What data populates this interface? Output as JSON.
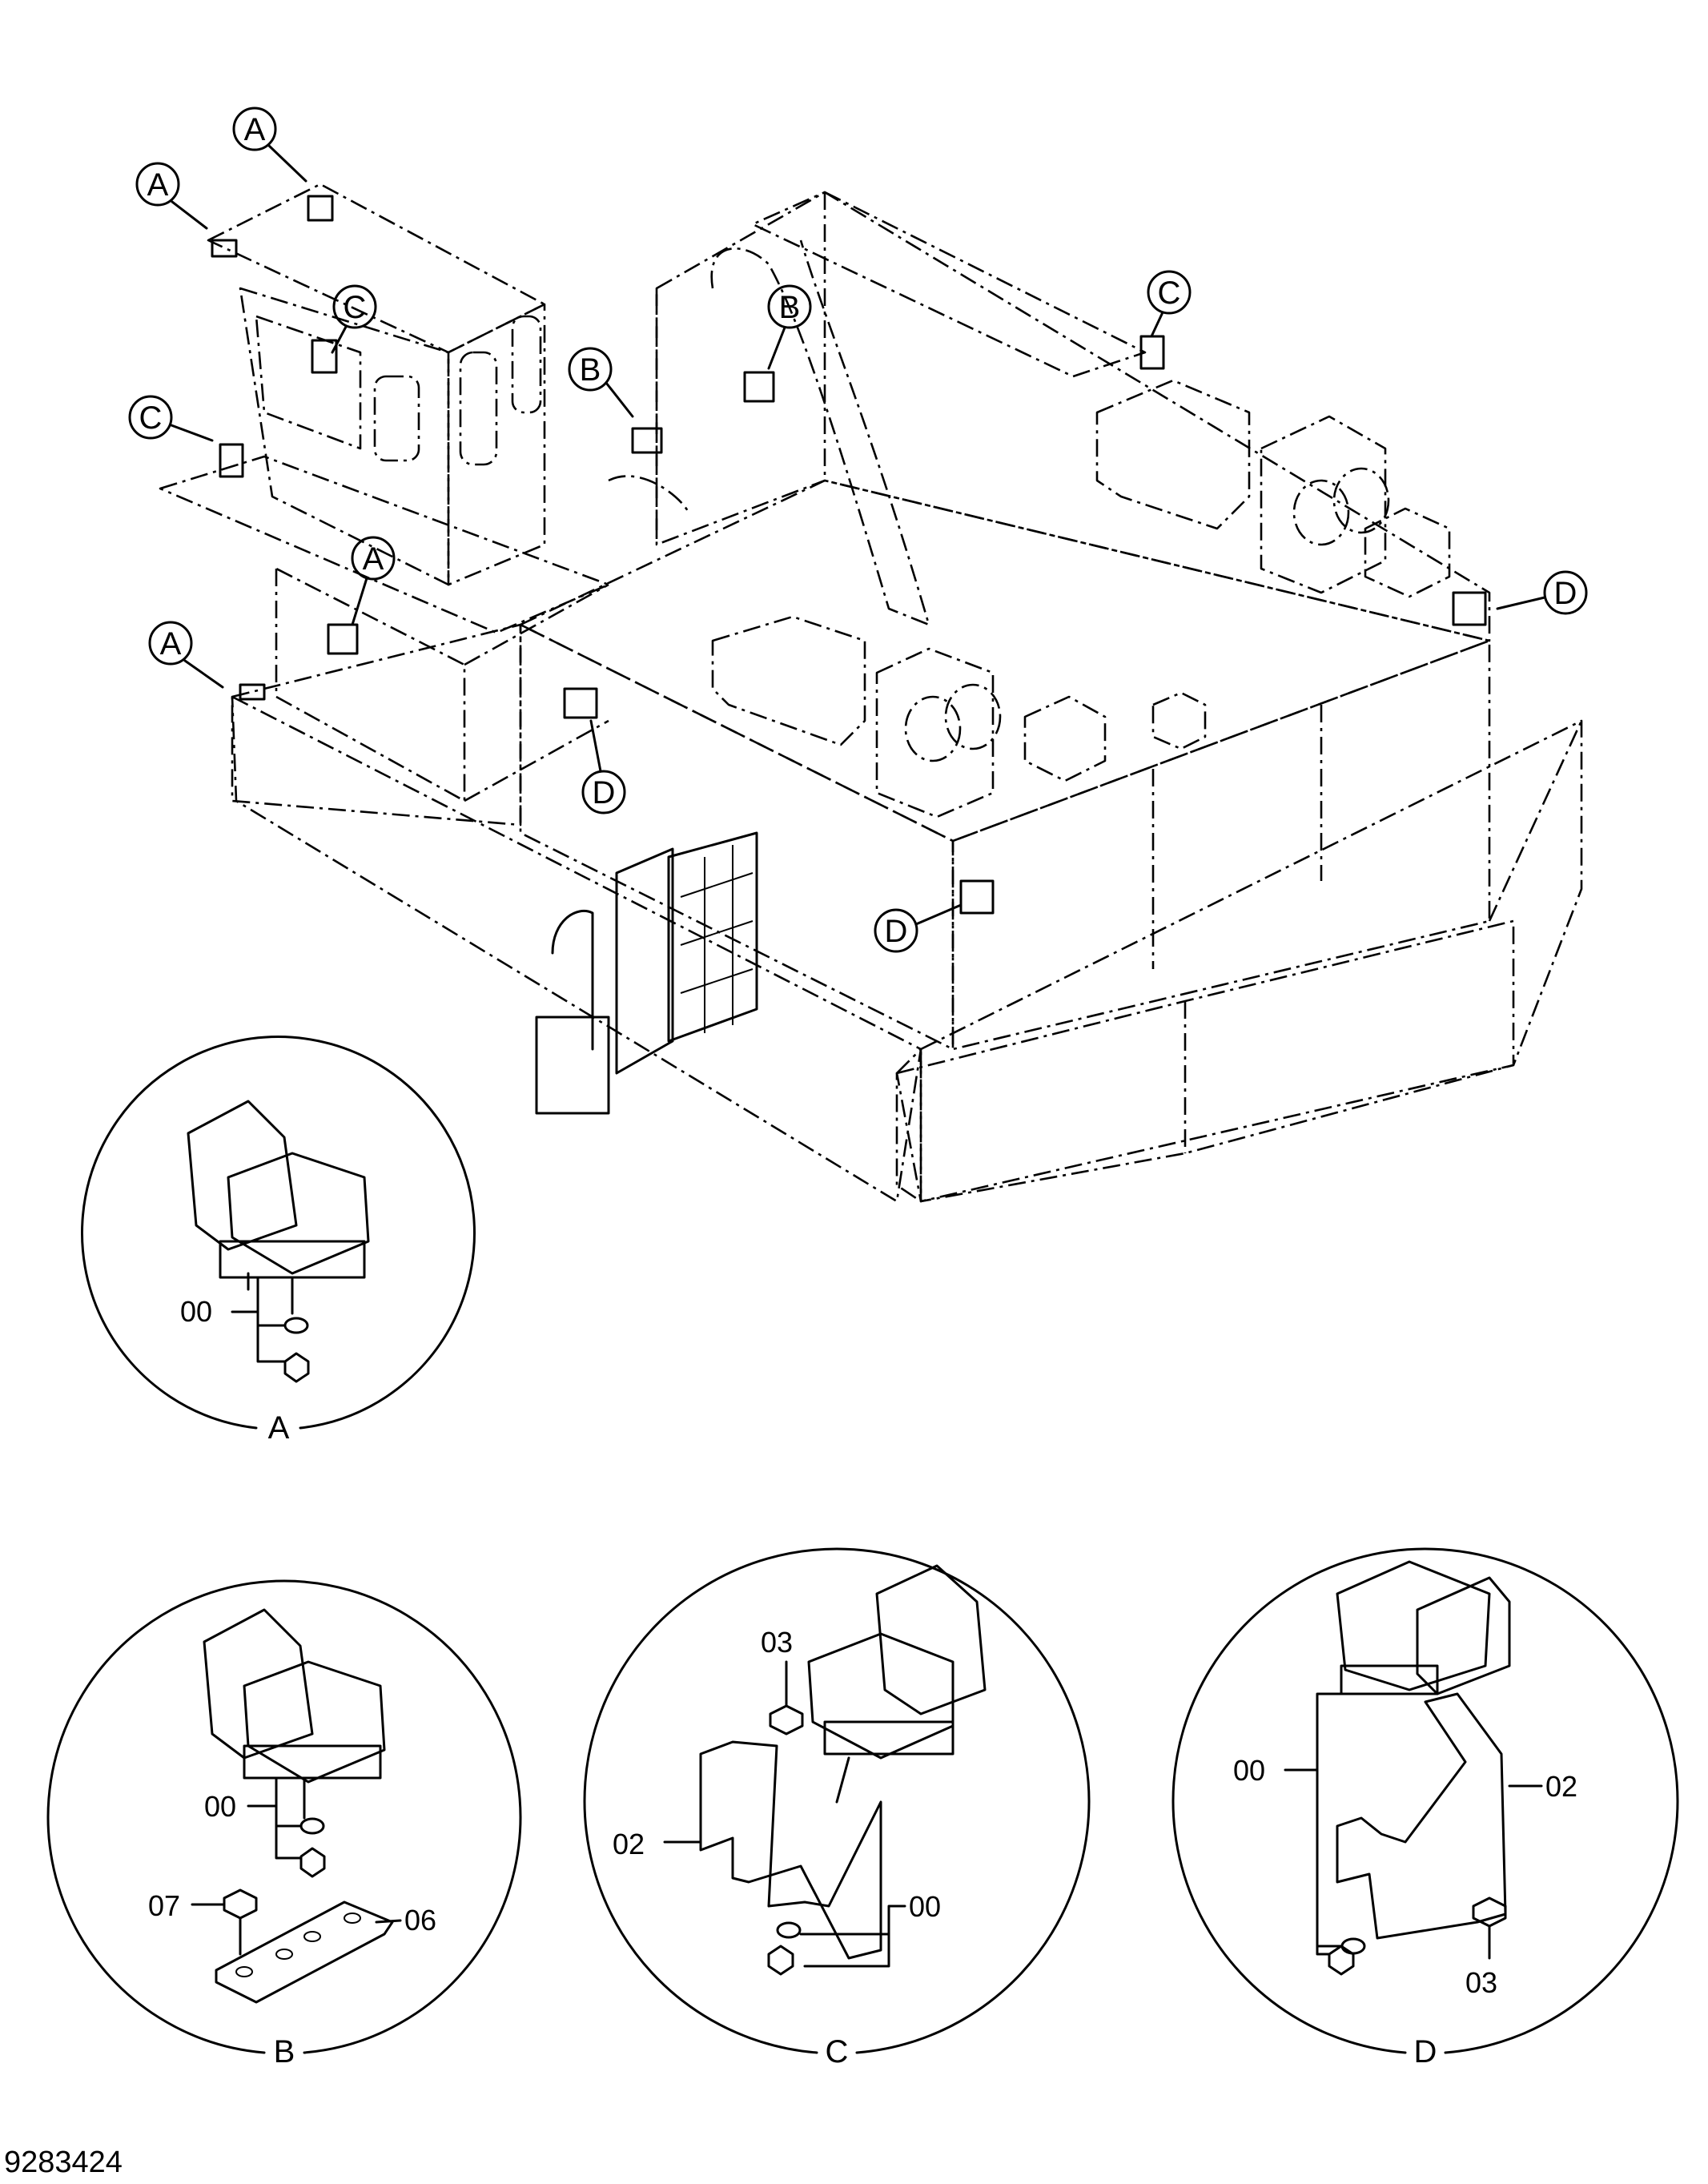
{
  "drawing_number": "9283424",
  "callout_letters": {
    "a": "A",
    "b": "B",
    "c": "C",
    "d": "D"
  },
  "details": {
    "A": {
      "label": "A",
      "parts": [
        "00"
      ]
    },
    "B": {
      "label": "B",
      "parts": [
        "00",
        "07",
        "06"
      ]
    },
    "C": {
      "label": "C",
      "parts": [
        "03",
        "02",
        "00"
      ]
    },
    "D": {
      "label": "D",
      "parts": [
        "00",
        "02",
        "03"
      ]
    }
  }
}
